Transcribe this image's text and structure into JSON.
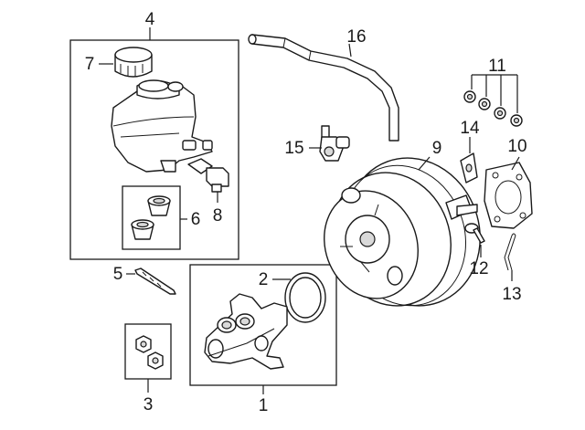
{
  "callouts": {
    "c1": "1",
    "c2": "2",
    "c3": "3",
    "c4": "4",
    "c5": "5",
    "c6": "6",
    "c7": "7",
    "c8": "8",
    "c9": "9",
    "c10": "10",
    "c11": "11",
    "c12": "12",
    "c13": "13",
    "c14": "14",
    "c15": "15",
    "c16": "16"
  },
  "style": {
    "line_color": "#1a1a1a",
    "background": "#ffffff"
  }
}
